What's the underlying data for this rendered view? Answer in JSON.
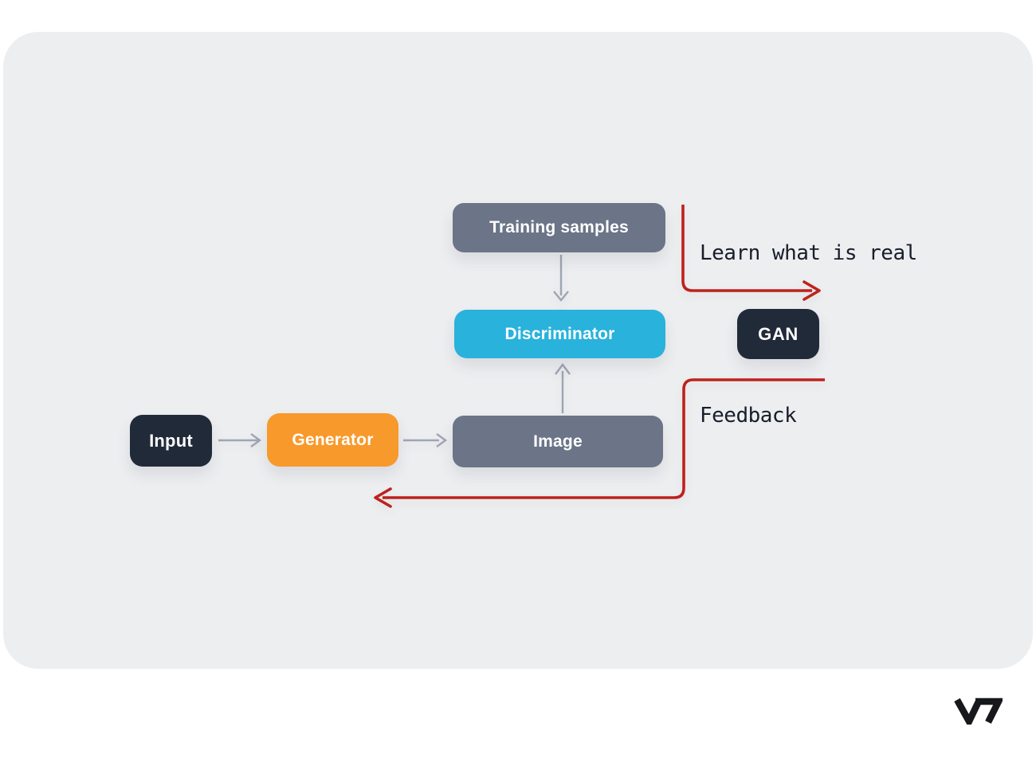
{
  "diagram": {
    "nodes": [
      {
        "id": "training-samples",
        "label": "Training samples",
        "color": "#6b7587"
      },
      {
        "id": "discriminator",
        "label": "Discriminator",
        "color": "#29b2dc"
      },
      {
        "id": "image",
        "label": "Image",
        "color": "#6b7587"
      },
      {
        "id": "input",
        "label": "Input",
        "color": "#212a39"
      },
      {
        "id": "generator",
        "label": "Generator",
        "color": "#f8992b"
      },
      {
        "id": "gan",
        "label": "GAN",
        "color": "#212a39"
      }
    ],
    "edges": [
      {
        "from": "Input",
        "to": "Generator",
        "style": "gray-arrow"
      },
      {
        "from": "Generator",
        "to": "Image",
        "style": "gray-arrow"
      },
      {
        "from": "Training samples",
        "to": "Discriminator",
        "style": "gray-arrow"
      },
      {
        "from": "Image",
        "to": "Discriminator",
        "style": "gray-arrow"
      }
    ],
    "annotations": [
      {
        "id": "learn",
        "text": "Learn what is real",
        "color": "#be211c"
      },
      {
        "id": "feedback",
        "text": "Feedback",
        "color": "#be211c"
      }
    ],
    "colors": {
      "page_background": "#ffffff",
      "card_background": "#edeef0",
      "slate": "#6b7587",
      "cyan": "#29b2dc",
      "orange": "#f8992b",
      "navy": "#212a39",
      "red": "#be211c",
      "connector_gray": "#9ea5b2",
      "annotation_text": "#171d2b",
      "node_label_text": "#ffffff",
      "logo_black": "#17181b"
    },
    "logo": {
      "text": "V7"
    }
  }
}
